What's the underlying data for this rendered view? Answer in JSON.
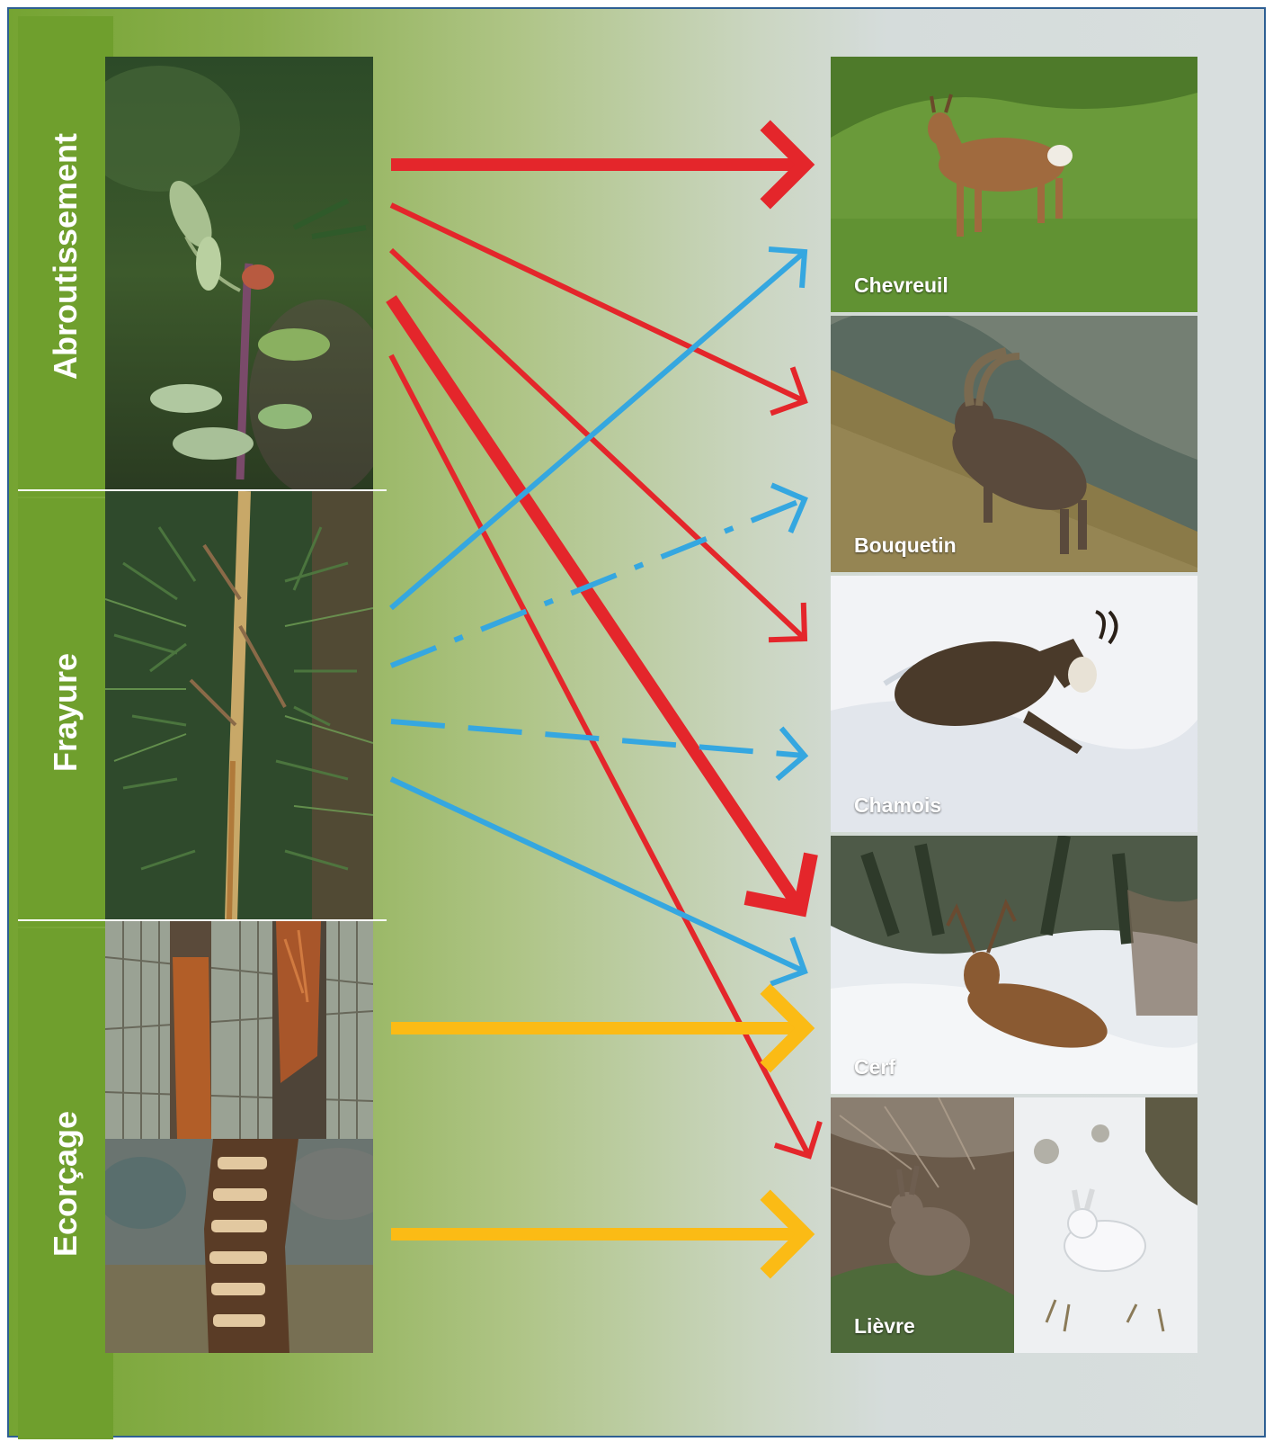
{
  "damage_types": [
    {
      "id": "abroutissement",
      "label": "Abroutissement"
    },
    {
      "id": "frayure",
      "label": "Frayure"
    },
    {
      "id": "ecorcage",
      "label": "Ecorçage"
    }
  ],
  "animals": [
    {
      "id": "chevreuil",
      "label": "Chevreuil"
    },
    {
      "id": "bouquetin",
      "label": "Bouquetin"
    },
    {
      "id": "chamois",
      "label": "Chamois"
    },
    {
      "id": "cerf",
      "label": "Cerf"
    },
    {
      "id": "lievre",
      "label": "Lièvre"
    }
  ],
  "colors": {
    "abroutissement": "#e4262b",
    "frayure": "#35a7e0",
    "ecorcage": "#fbbb15",
    "label_background": "#6f9f2d",
    "frame_border": "#2e5f93"
  },
  "links": [
    {
      "from": "abroutissement",
      "to": "chevreuil",
      "weight": "heavy",
      "style": "solid"
    },
    {
      "from": "abroutissement",
      "to": "bouquetin",
      "weight": "light",
      "style": "solid"
    },
    {
      "from": "abroutissement",
      "to": "chamois",
      "weight": "light",
      "style": "solid"
    },
    {
      "from": "abroutissement",
      "to": "cerf",
      "weight": "heavy",
      "style": "solid"
    },
    {
      "from": "abroutissement",
      "to": "lievre",
      "weight": "light",
      "style": "solid"
    },
    {
      "from": "frayure",
      "to": "chevreuil",
      "weight": "light",
      "style": "solid"
    },
    {
      "from": "frayure",
      "to": "bouquetin",
      "weight": "light",
      "style": "dash-dot"
    },
    {
      "from": "frayure",
      "to": "chamois",
      "weight": "light",
      "style": "dashed"
    },
    {
      "from": "frayure",
      "to": "cerf",
      "weight": "light",
      "style": "solid"
    },
    {
      "from": "ecorcage",
      "to": "cerf",
      "weight": "heavy",
      "style": "solid"
    },
    {
      "from": "ecorcage",
      "to": "lievre",
      "weight": "heavy",
      "style": "solid"
    }
  ]
}
